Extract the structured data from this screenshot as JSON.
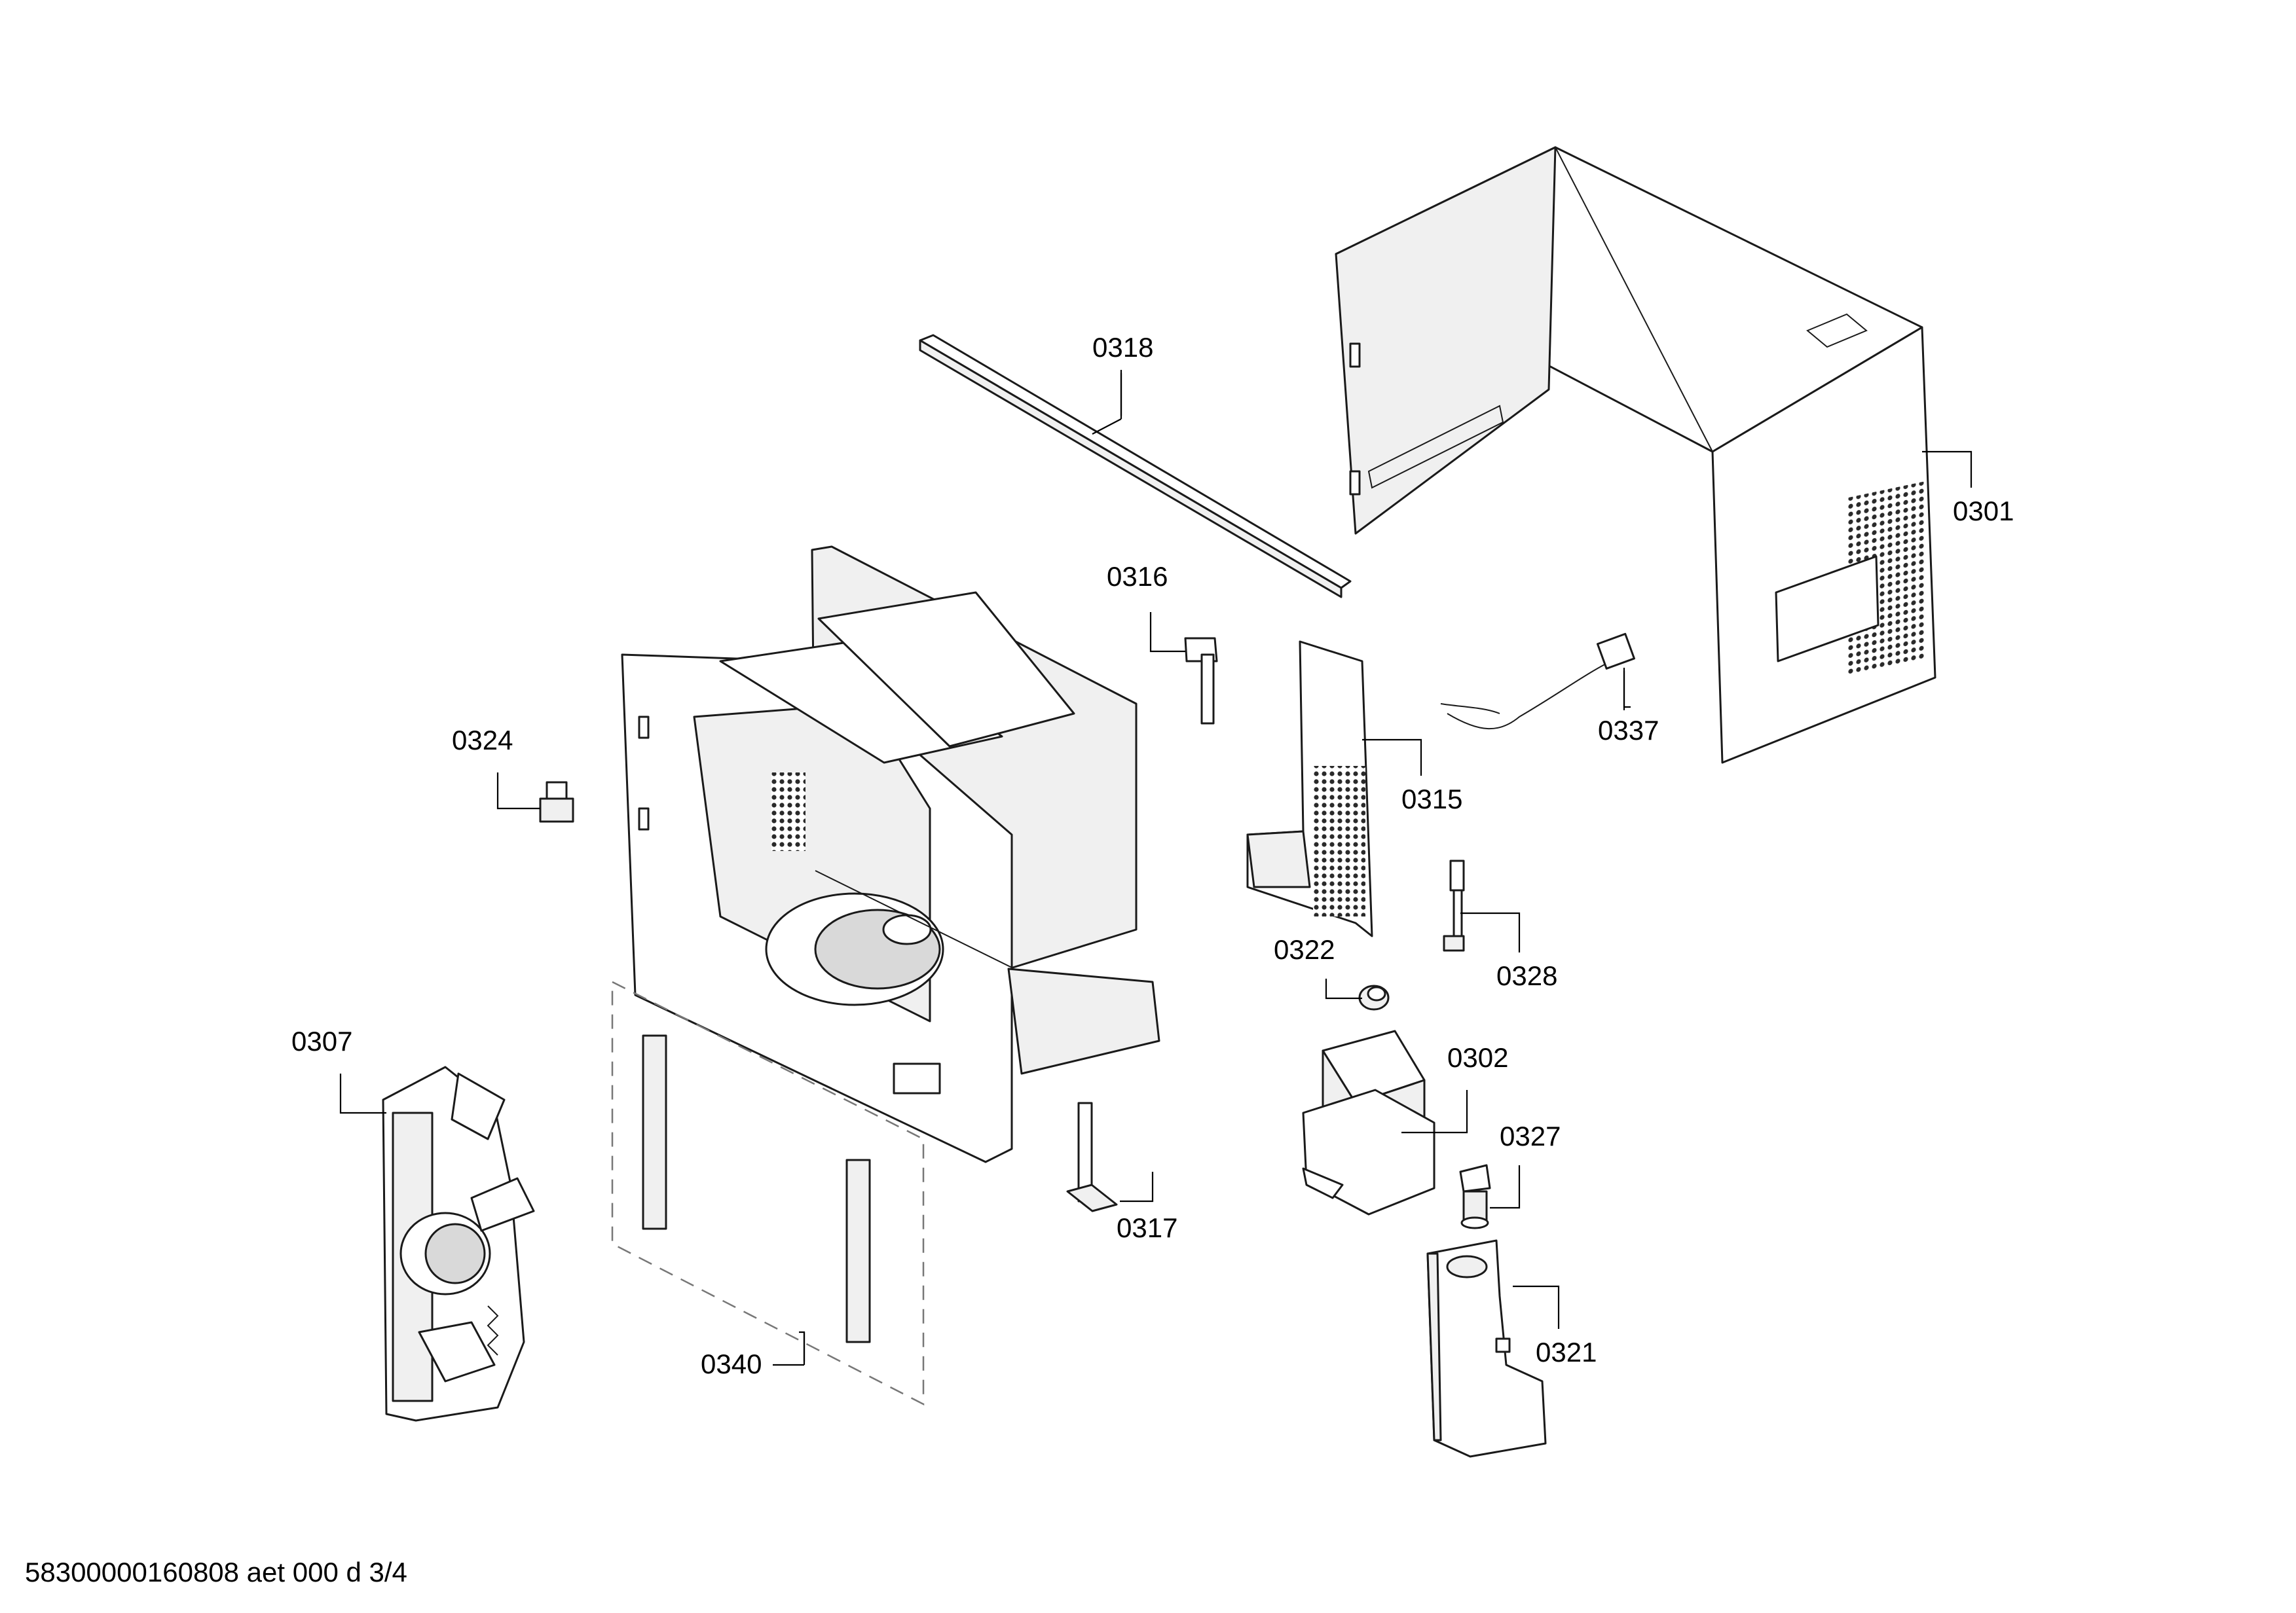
{
  "parts": [
    {
      "id": "p0318",
      "label": "0318"
    },
    {
      "id": "p0301",
      "label": "0301"
    },
    {
      "id": "p0316",
      "label": "0316"
    },
    {
      "id": "p0324",
      "label": "0324"
    },
    {
      "id": "p0337",
      "label": "0337"
    },
    {
      "id": "p0315",
      "label": "0315"
    },
    {
      "id": "p0322",
      "label": "0322"
    },
    {
      "id": "p0328",
      "label": "0328"
    },
    {
      "id": "p0307",
      "label": "0307"
    },
    {
      "id": "p0302",
      "label": "0302"
    },
    {
      "id": "p0327",
      "label": "0327"
    },
    {
      "id": "p0317",
      "label": "0317"
    },
    {
      "id": "p0321",
      "label": "0321"
    },
    {
      "id": "p0340",
      "label": "0340"
    }
  ],
  "footer": {
    "text": "58300000160808 aet 000 d 3/4"
  }
}
